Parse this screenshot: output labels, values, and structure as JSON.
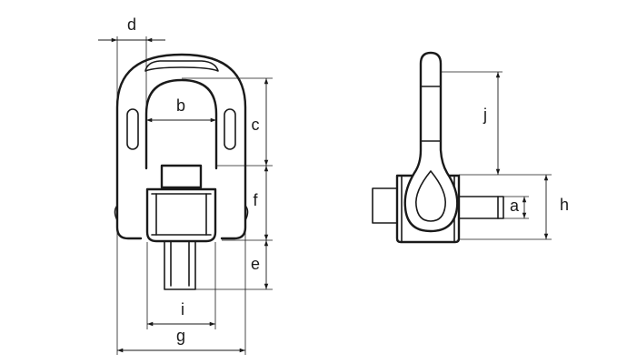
{
  "dimension_labels": {
    "a": "a",
    "b": "b",
    "c": "c",
    "d": "d",
    "e": "e",
    "f": "f",
    "g": "g",
    "h": "h",
    "i": "i",
    "j": "j"
  }
}
